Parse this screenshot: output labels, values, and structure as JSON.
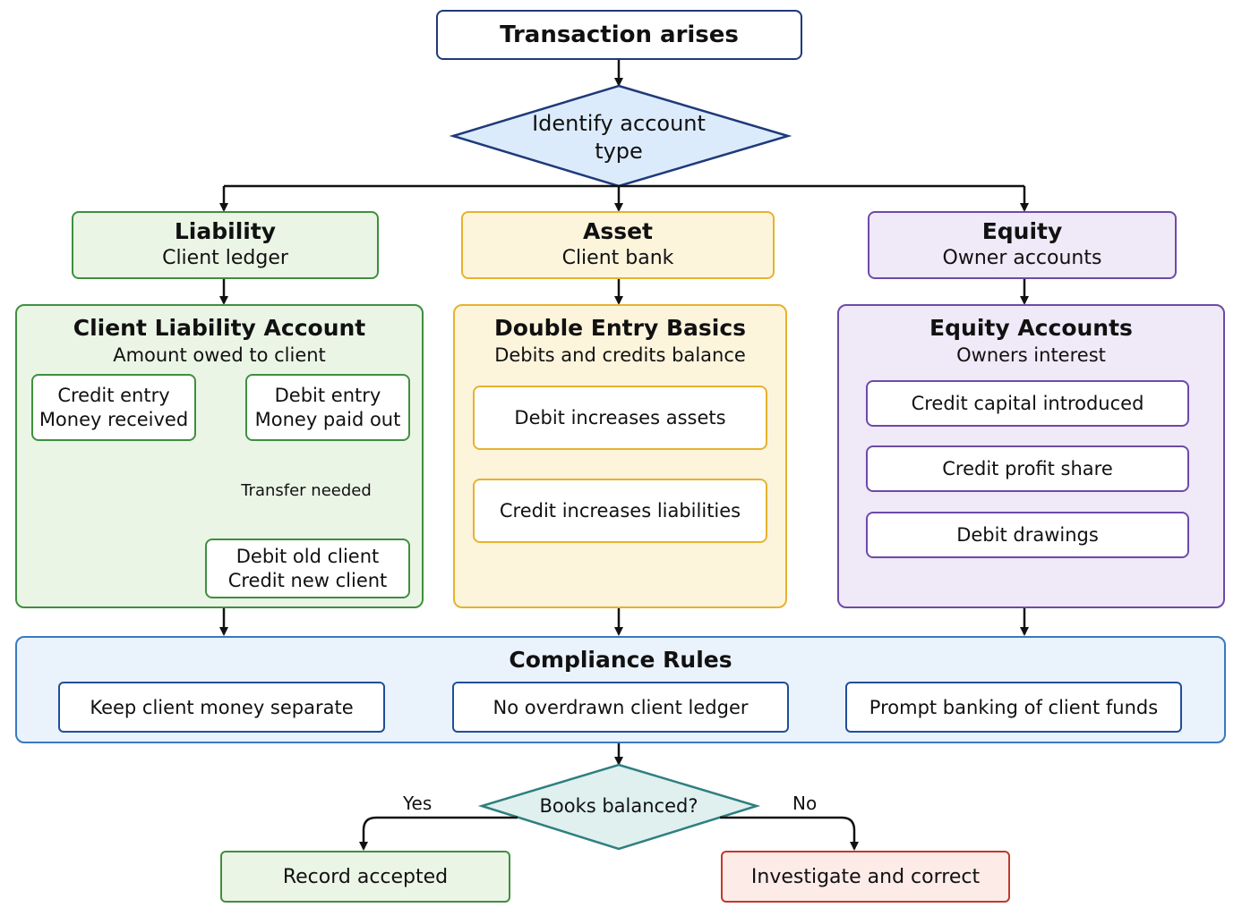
{
  "start": "Transaction arises",
  "identify": [
    "Identify account",
    "type"
  ],
  "categories": {
    "liability": {
      "title": "Liability",
      "subtitle": "Client ledger"
    },
    "asset": {
      "title": "Asset",
      "subtitle": "Client bank"
    },
    "equity": {
      "title": "Equity",
      "subtitle": "Owner accounts"
    }
  },
  "liability_panel": {
    "title": "Client Liability Account",
    "subtitle": "Amount owed to client",
    "credit_entry": [
      "Credit entry",
      "Money received"
    ],
    "debit_entry": [
      "Debit entry",
      "Money paid out"
    ],
    "transfer_decision": "Transfer needed",
    "transfer_action": [
      "Debit old client",
      "Credit new client"
    ]
  },
  "asset_panel": {
    "title": "Double Entry Basics",
    "subtitle": "Debits and credits balance",
    "items": [
      "Debit increases assets",
      "Credit increases liabilities"
    ]
  },
  "equity_panel": {
    "title": "Equity Accounts",
    "subtitle": "Owners interest",
    "items": [
      "Credit capital introduced",
      "Credit profit share",
      "Debit drawings"
    ]
  },
  "compliance": {
    "title": "Compliance Rules",
    "items": [
      "Keep client money separate",
      "No overdrawn client ledger",
      "Prompt banking of client funds"
    ]
  },
  "decision": "Books balanced?",
  "yes_label": "Yes",
  "no_label": "No",
  "yes_outcome": "Record accepted",
  "no_outcome": "Investigate and correct",
  "colors": {
    "navy": "#1f3a7a",
    "blue_fill": "#dcebfb",
    "green": "#3f8f3f",
    "green_fill": "#ebf5e6",
    "amber": "#e6b22e",
    "amber_fill": "#fdf4dc",
    "purple": "#6d4aa8",
    "purple_fill": "#efe9f8",
    "teal": "#2f7f7f",
    "teal_fill": "#dff0ee",
    "red": "#c0392b",
    "red_fill": "#fdebe8",
    "compliance_fill": "#eaf2fc",
    "compliance_border": "#3a78c2"
  }
}
